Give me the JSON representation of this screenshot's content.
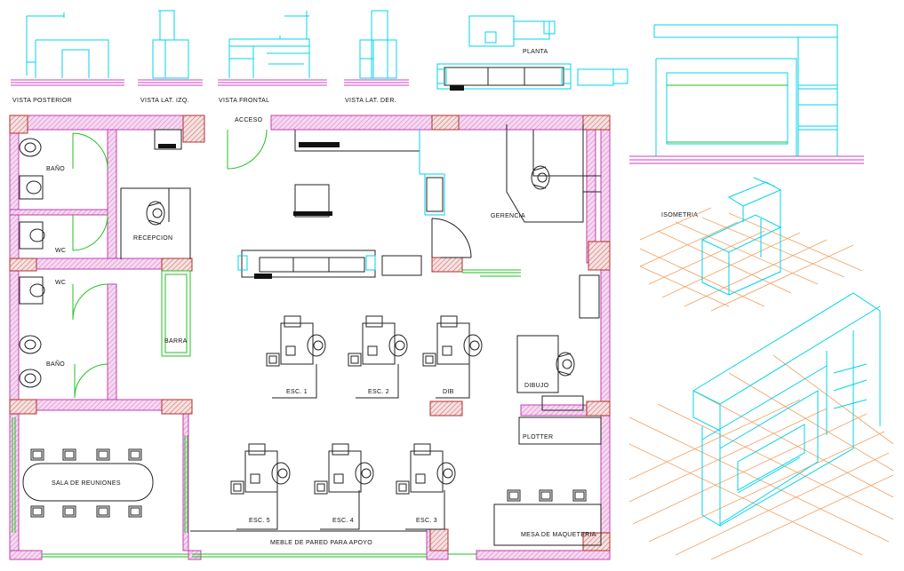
{
  "views": {
    "rear": "VISTA POSTERIOR",
    "left": "VISTA LAT. IZQ.",
    "front": "VISTA FRONTAL",
    "right": "VISTA LAT. DER.",
    "plan": "PLANTA"
  },
  "isometric": "ISOMETRIA",
  "rooms": {
    "access": "ACCESO",
    "bath1": "BAÑO",
    "wc1": "WC",
    "wc2": "WC",
    "bath2": "BAÑO",
    "reception": "RECEPCION",
    "bar": "BARRA",
    "management": "GERENCIA",
    "desk1": "ESC. 1",
    "desk2": "ESC. 2",
    "dib": "DIB",
    "drawing": "DIBUJO",
    "plotter": "PLOTTER",
    "meeting": "SALA DE REUNIONES",
    "desk5": "ESC. 5",
    "desk4": "ESC. 4",
    "desk3": "ESC. 3",
    "modelTable": "MESA DE MAQUETERIA",
    "wallFurniture": "MEBLE DE PARED PARA APOYO"
  },
  "colors": {
    "wall": "#d040c0",
    "furniture": "#00d4e8",
    "doors": "#20c020",
    "column": "#b03030",
    "isoGrid": "#f0a060"
  }
}
